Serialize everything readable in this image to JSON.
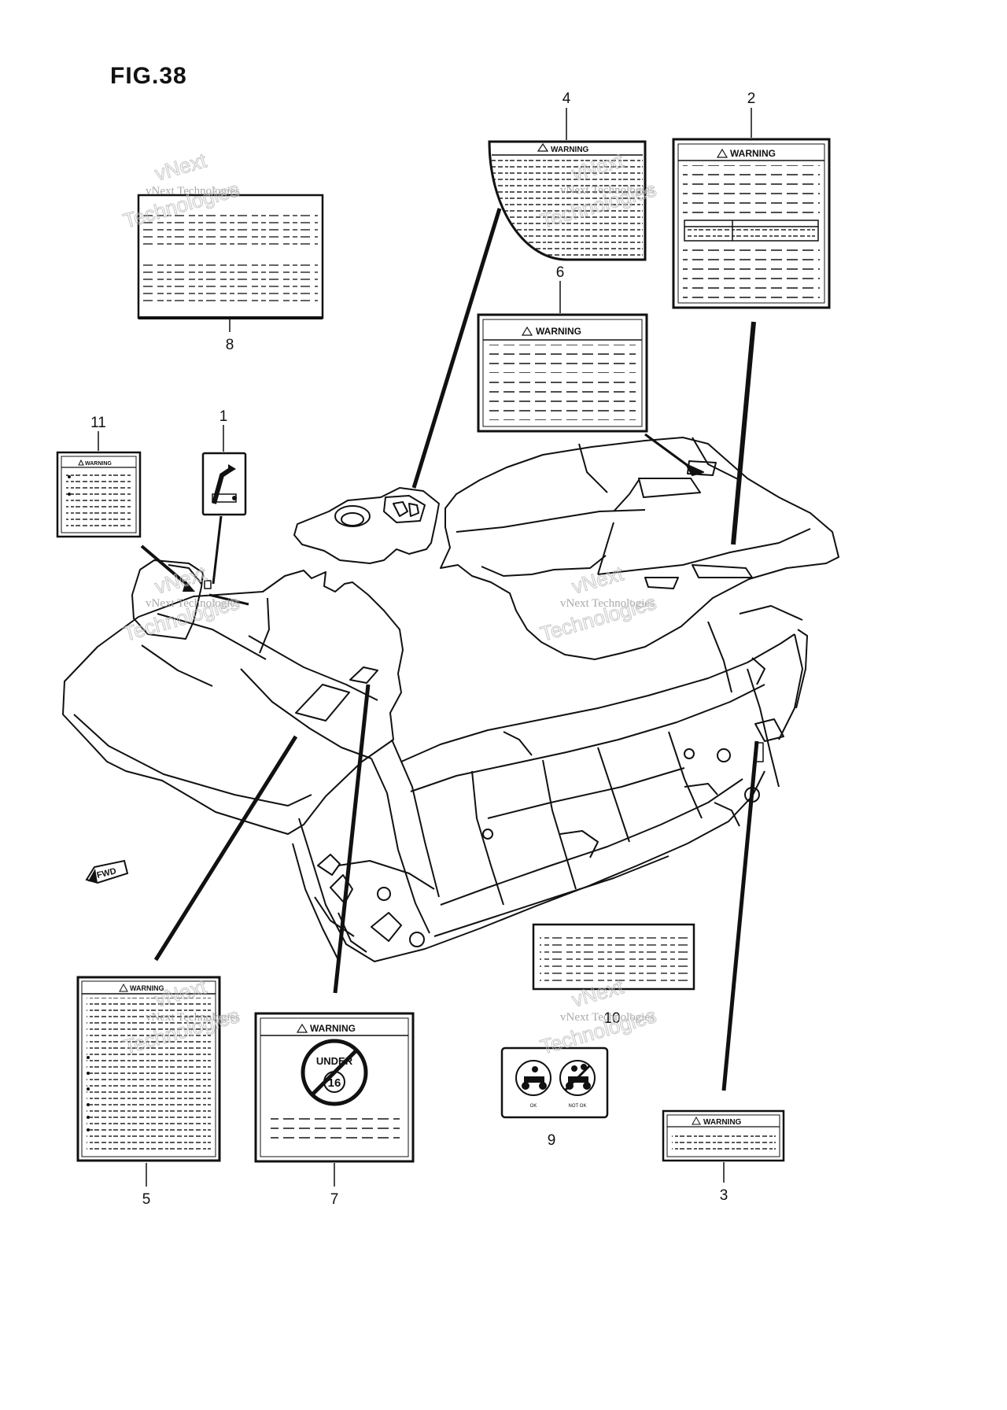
{
  "figure": {
    "title": "FIG.38"
  },
  "callouts": {
    "c1": "1",
    "c2": "2",
    "c3": "3",
    "c4": "4",
    "c5": "5",
    "c6": "6",
    "c7": "7",
    "c8": "8",
    "c9": "9",
    "c10": "10",
    "c11": "11"
  },
  "labels": {
    "warning": "WARNING",
    "under": "UNDER",
    "age": "16",
    "ok": "OK",
    "not_ok": "NOT OK",
    "fwd": "FWD"
  },
  "watermark": {
    "company": "vNext Technologies",
    "brand_line1": "vNext",
    "brand_line2": "Technologies"
  }
}
